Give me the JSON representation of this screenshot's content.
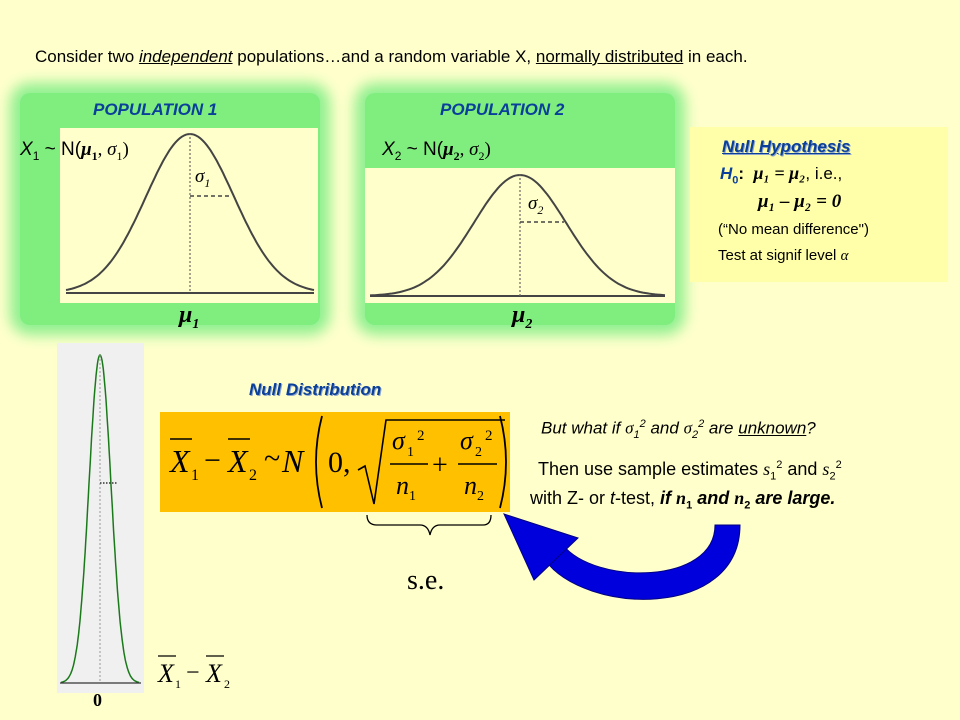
{
  "intro": {
    "p1": "Consider two ",
    "p2": "independent",
    "p3": " populations…and a random variable X, ",
    "p4": "normally distributed",
    "p5": " in each."
  },
  "pop1": {
    "title": "POPULATION 1",
    "var": "X",
    "sub": "1",
    "dist": " ~ N(",
    "mu": "μ",
    "mu_sub": "1",
    "comma": ", ",
    "sigma": "σ",
    "sigma_sub": "1",
    "close": ")",
    "axis_mu": "μ",
    "axis_mu_sub": "1"
  },
  "pop2": {
    "title": "POPULATION 2",
    "var": "X",
    "sub": "2",
    "dist": " ~ N(",
    "mu": "μ",
    "mu_sub": "2",
    "comma": ", ",
    "sigma": "σ",
    "sigma_sub": "2",
    "close": ")",
    "axis_mu": "μ",
    "axis_mu_sub": "2"
  },
  "null_hyp": {
    "title": "Null Hypothesis",
    "h0": "H",
    "h0_sub": "0",
    "h0_colon": ":",
    "line1_eq": "μ₁ = μ₂",
    "line1_ie": ",  i.e.,",
    "line2": "μ₁ – μ₂ = 0",
    "line3": "(“No mean difference\")",
    "line4a": "Test at signif level ",
    "alpha": "α"
  },
  "null_dist": {
    "title": "Null Distribution",
    "zero": "0",
    "se": "s.e."
  },
  "formula": {
    "X": "X",
    "s1": "1",
    "s2": "2",
    "minus": "−",
    "tilde": "~",
    "N": "N",
    "zero": "0,",
    "sigma": "σ",
    "n": "n",
    "sq": "2",
    "plus": "+"
  },
  "question": {
    "a": "But what if ",
    "sig": "σ",
    "s1": "1",
    "sq": "2",
    "b": " and ",
    "s2": "2",
    "c": " are ",
    "unknown": "unknown",
    "d": "?"
  },
  "answer": {
    "l1a": "Then use sample estimates ",
    "s": "s",
    "s1": "1",
    "sq": "2",
    "and": " and ",
    "s2": "2",
    "l2a": "with Z- or ",
    "t": "t",
    "l2b": "-test, ",
    "l2c": "if ",
    "n": "n",
    "n1": "1",
    "and2": " and ",
    "n2": "2",
    "l2d": " are large."
  },
  "colors": {
    "background": "#ffffcc",
    "pop_glow": "#7fee7f",
    "title_blue": "#0a3f9a",
    "null_box": "#ffffaa",
    "formula_box": "#ffc000",
    "arrow": "#0000dd",
    "curve_green": "#1a7a1a"
  }
}
